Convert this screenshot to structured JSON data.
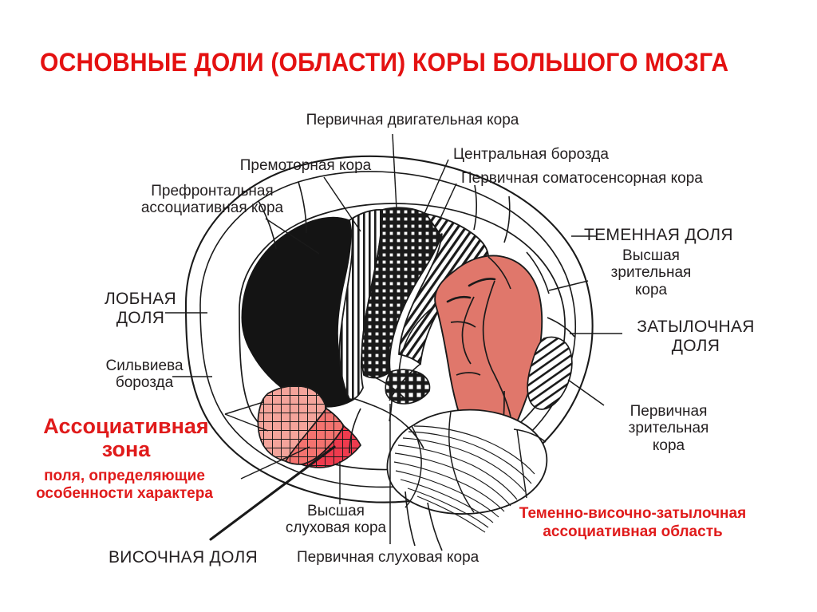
{
  "slide": {
    "title": "ОСНОВНЫЕ ДОЛИ (ОБЛАСТИ) КОРЫ БОЛЬШОГО МОЗГА",
    "background_color": "#ffffff",
    "title_color": "#e41111",
    "label_color": "#231f20",
    "accent_red": "#e01b1b"
  },
  "figure": {
    "kind": "labeled-anatomical-diagram",
    "subject": "Кора большого мозга, вид сбоку",
    "region_colors": {
      "prefrontal_black": "#141414",
      "parietal_salmon": "#e0776b",
      "temporal_pink_hatch": "#f4a49b",
      "temporal_pink_hot": "#ef3b4e",
      "outline": "#1a1a1a",
      "white": "#ffffff"
    },
    "regions": [
      {
        "id": "prefrontal-associative-cortex",
        "fill": "solid-black"
      },
      {
        "id": "premotor-cortex",
        "fill": "vertical-stripes"
      },
      {
        "id": "primary-motor-cortex",
        "fill": "dense-grid"
      },
      {
        "id": "primary-somatosensory-cortex",
        "fill": "diagonal-stripes"
      },
      {
        "id": "parieto-temporo-occipital-association",
        "fill": "salmon"
      },
      {
        "id": "higher-auditory-cortex",
        "fill": "pink-crosshatch"
      },
      {
        "id": "primary-auditory-cortex",
        "fill": "hot-pink-crosshatch"
      },
      {
        "id": "primary-visual-cortex",
        "fill": "diagonal-stripes"
      },
      {
        "id": "cerebellum",
        "fill": "fine-striations"
      }
    ]
  },
  "labels": {
    "primary_motor_cortex": "Первичная двигательная кора",
    "premotor_cortex": "Премоторная кора",
    "prefrontal_associative_cortex": "Префронтальная\nассоциативная кора",
    "central_sulcus": "Центральная борозда",
    "primary_somatosensory_cortex": "Первичная соматосенсорная кора",
    "parietal_lobe": "ТЕМЕННАЯ ДОЛЯ",
    "higher_visual_cortex": "Высшая\nзрительная\nкора",
    "occipital_lobe": "ЗАТЫЛОЧНАЯ\nДОЛЯ",
    "primary_visual_cortex": "Первичная\nзрительная\nкора",
    "frontal_lobe": "ЛОБНАЯ\nДОЛЯ",
    "sylvian_sulcus": "Сильвиева\nборозда",
    "associative_zone_title": "Ассоциативная\nзона",
    "associative_zone_subtitle": "поля, определяющие\nособенности характера",
    "higher_auditory_cortex": "Высшая\nслуховая кора",
    "primary_auditory_cortex": "Первичная слуховая кора",
    "temporal_lobe": "ВИСОЧНАЯ ДОЛЯ",
    "parieto_temporo_occipital_area": "Теменно-височно-затылочная\nассоциативная область"
  }
}
